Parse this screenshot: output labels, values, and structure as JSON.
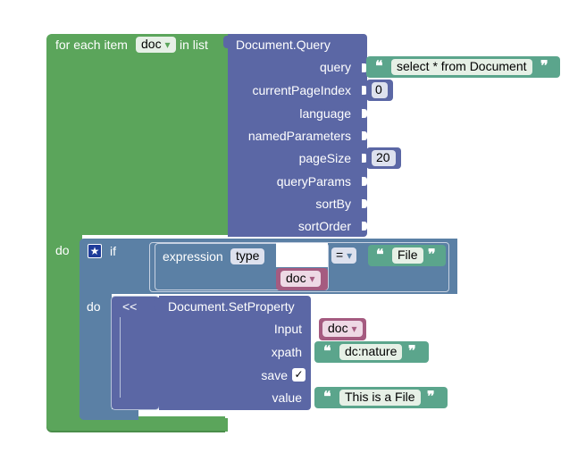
{
  "foreach": {
    "label_prefix": "for each item",
    "variable": "doc",
    "label_in": "in list",
    "do_label": "do",
    "color": "#5ba55b"
  },
  "query_block": {
    "title": "Document.Query",
    "params": [
      {
        "label": "query",
        "value": "select * from Document",
        "kind": "text"
      },
      {
        "label": "currentPageIndex",
        "value": "0",
        "kind": "number"
      },
      {
        "label": "language",
        "value": "",
        "kind": "empty"
      },
      {
        "label": "namedParameters",
        "value": "",
        "kind": "empty"
      },
      {
        "label": "pageSize",
        "value": "20",
        "kind": "number"
      },
      {
        "label": "queryParams",
        "value": "",
        "kind": "empty"
      },
      {
        "label": "sortBy",
        "value": "",
        "kind": "empty"
      },
      {
        "label": "sortOrder",
        "value": "",
        "kind": "empty"
      }
    ],
    "color": "#5b67a5"
  },
  "if_block": {
    "label": "if",
    "do_label": "do",
    "expression_label": "expression",
    "expression_field": "type",
    "expression_var": "doc",
    "operator": "=",
    "compare_value": "File",
    "color": "#5b80a5"
  },
  "loop_block": {
    "label": "<<"
  },
  "setprop_block": {
    "title": "Document.SetProperty",
    "input_label": "Input",
    "input_var": "doc",
    "xpath_label": "xpath",
    "xpath_value": "dc:nature",
    "save_label": "save",
    "save_checked": "✓",
    "value_label": "value",
    "value_text": "This is a File"
  },
  "quotes": {
    "open": "❝",
    "close": "❞"
  },
  "dropdown_arrow": "▾",
  "star_icon": "★"
}
